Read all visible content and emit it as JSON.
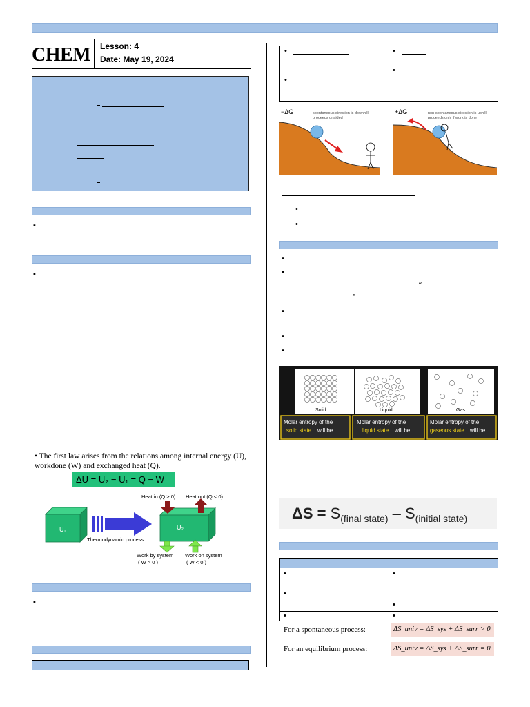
{
  "header": {
    "logo": "CHEM",
    "lesson_label": "Lesson: 4",
    "date_label": "Date:",
    "date_value": "May 19, 2024"
  },
  "hill_figures": {
    "left_sign": "−ΔG",
    "left_caption_1": "spontaneous direction is downhill",
    "left_caption_2": "proceeds unaided",
    "right_sign": "+ΔG",
    "right_caption_1": "non-spontaneous direction is uphill",
    "right_caption_2": "proceeds only if work is done"
  },
  "quote_marks": {
    "open": "“",
    "close": "”"
  },
  "states_figure": {
    "labels": [
      "Solid",
      "Liquid",
      "Gas"
    ],
    "caption_prefix": "Molar entropy of the",
    "highlights": [
      "solid state",
      "liquid state",
      "gaseous state"
    ],
    "caption_suffix": "will be"
  },
  "entropy_equation": {
    "lhs": "ΔS = ",
    "s1": "S",
    "sub1": "(final state)",
    "minus": " – ",
    "s2": "S",
    "sub2": "(initial state)"
  },
  "first_law": {
    "intro": "• The first law arises from the relations among internal energy (U), workdone (W) and exchanged heat (Q).",
    "equation": "ΔU = U₂ − U₁ = Q − W",
    "heat_in": "Heat in (Q > 0)",
    "heat_out": "Heat out (Q < 0)",
    "u1": "U₁",
    "u2": "U₂",
    "process": "Thermodynamic process",
    "work_by_1": "Work by system",
    "work_by_2": "( W > 0 )",
    "work_on_1": "Work on system",
    "work_on_2": "( W < 0 )"
  },
  "criteria": {
    "spontaneous_label": "For a spontaneous process:",
    "spontaneous_eq": "ΔS_univ = ΔS_sys + ΔS_surr > 0",
    "equilibrium_label": "For an equilibrium process:",
    "equilibrium_eq": "ΔS_univ = ΔS_sys + ΔS_surr = 0"
  },
  "colors": {
    "accent_blue": "#a4c2e6",
    "hill_orange": "#d97a1f",
    "eq_green": "#22c07a",
    "eq_pink": "#f6dcd6"
  }
}
